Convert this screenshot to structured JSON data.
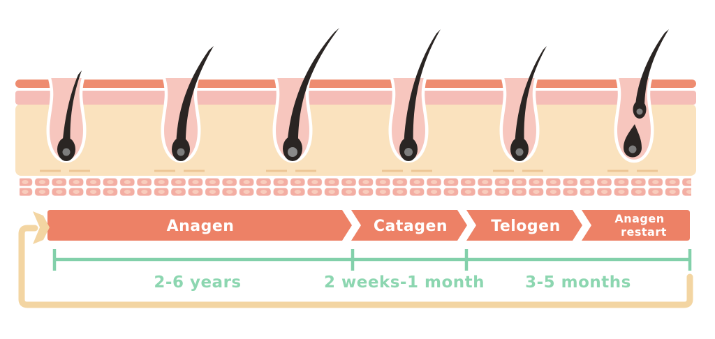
{
  "diagram": {
    "type": "hair-growth-cycle",
    "phases": [
      {
        "label": "Anagen"
      },
      {
        "label": "Catagen"
      },
      {
        "label": "Telogen"
      },
      {
        "label": "Anagen restart",
        "line1": "Anagen",
        "line2": "restart"
      }
    ],
    "durations": [
      {
        "label": "2-6 years",
        "spans": "Anagen"
      },
      {
        "label": "2 weeks-1 month",
        "spans": "Catagen"
      },
      {
        "label": "3-5 months",
        "spans": "Telogen and Anagen restart"
      }
    ],
    "icons": {
      "loop_arrow": "cycle-restart-arrow"
    },
    "colors": {
      "phase_band": "#ED8166",
      "phase_text": "#FFFFFF",
      "timeline_green": "#82D0AA",
      "duration_text": "#8CD6B0",
      "loop_arrow_tan": "#F3D5A2",
      "skin_surface": "#EE8C70",
      "epidermis_pink": "#F5BDB7",
      "dermis_cream": "#FAE2BE",
      "follicle_pink": "#F7C6BE",
      "hair_black": "#2A2523",
      "papilla_gray": "#7D7D7D",
      "fat_cell_pink": "#F3AEA3"
    }
  }
}
